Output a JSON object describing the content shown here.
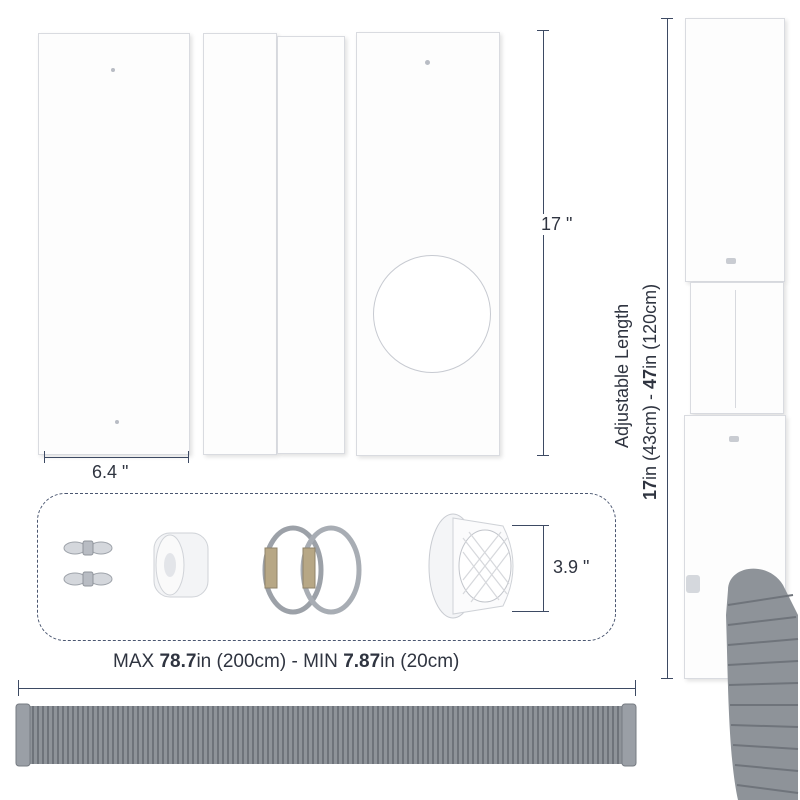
{
  "dimensions": {
    "panel_width": "6.4 \"",
    "panel_height": "17 \"",
    "vent_diameter": "3.9 \""
  },
  "adjustable": {
    "line1": "Adjustable Length",
    "line2_a": "17",
    "line2_b": "in (43cm) - ",
    "line2_c": "47",
    "line2_d": "in (120cm)"
  },
  "hose": {
    "max_label": "MAX ",
    "max_value": "78.7",
    "max_unit": "in (200cm) - MIN ",
    "min_value": "7.87",
    "min_unit": "in (20cm)"
  },
  "colors": {
    "panel": "#fdfdfd",
    "hose": "#8e9399",
    "dim_line": "#3d4a63"
  }
}
